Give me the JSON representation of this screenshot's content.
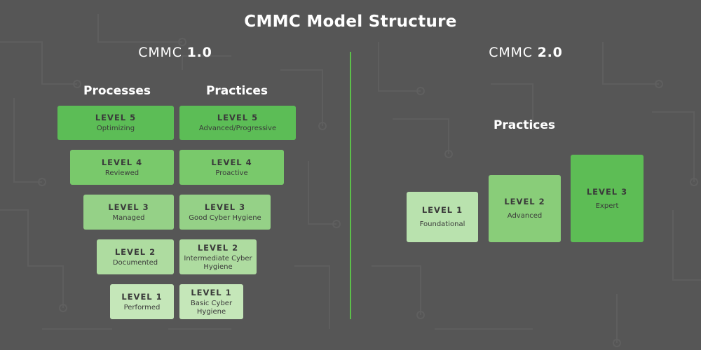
{
  "title": "CMMC Model Structure",
  "v1": {
    "label_prefix": "CMMC ",
    "label_version": "1.0",
    "processes_header": "Processes",
    "practices_header": "Practices",
    "processes": [
      {
        "level": "LEVEL 5",
        "name": "Optimizing"
      },
      {
        "level": "LEVEL 4",
        "name": "Reviewed"
      },
      {
        "level": "LEVEL 3",
        "name": "Managed"
      },
      {
        "level": "LEVEL 2",
        "name": "Documented"
      },
      {
        "level": "LEVEL 1",
        "name": "Performed"
      }
    ],
    "practices": [
      {
        "level": "LEVEL 5",
        "name": "Advanced/Progressive"
      },
      {
        "level": "LEVEL 4",
        "name": "Proactive"
      },
      {
        "level": "LEVEL 3",
        "name": "Good Cyber Hygiene"
      },
      {
        "level": "LEVEL 2",
        "name": "Intermediate Cyber Hygiene"
      },
      {
        "level": "LEVEL 1",
        "name": "Basic Cyber Hygiene"
      }
    ]
  },
  "v2": {
    "label_prefix": "CMMC ",
    "label_version": "2.0",
    "practices_header": "Practices",
    "levels": [
      {
        "level": "LEVEL 1",
        "name": "Foundational"
      },
      {
        "level": "LEVEL 2",
        "name": "Advanced"
      },
      {
        "level": "LEVEL 3",
        "name": "Expert"
      }
    ]
  },
  "colors": {
    "background": "#565656",
    "divider": "#5cbf4a",
    "level5": "#5cbd56",
    "level1": "#c5e7b9"
  }
}
